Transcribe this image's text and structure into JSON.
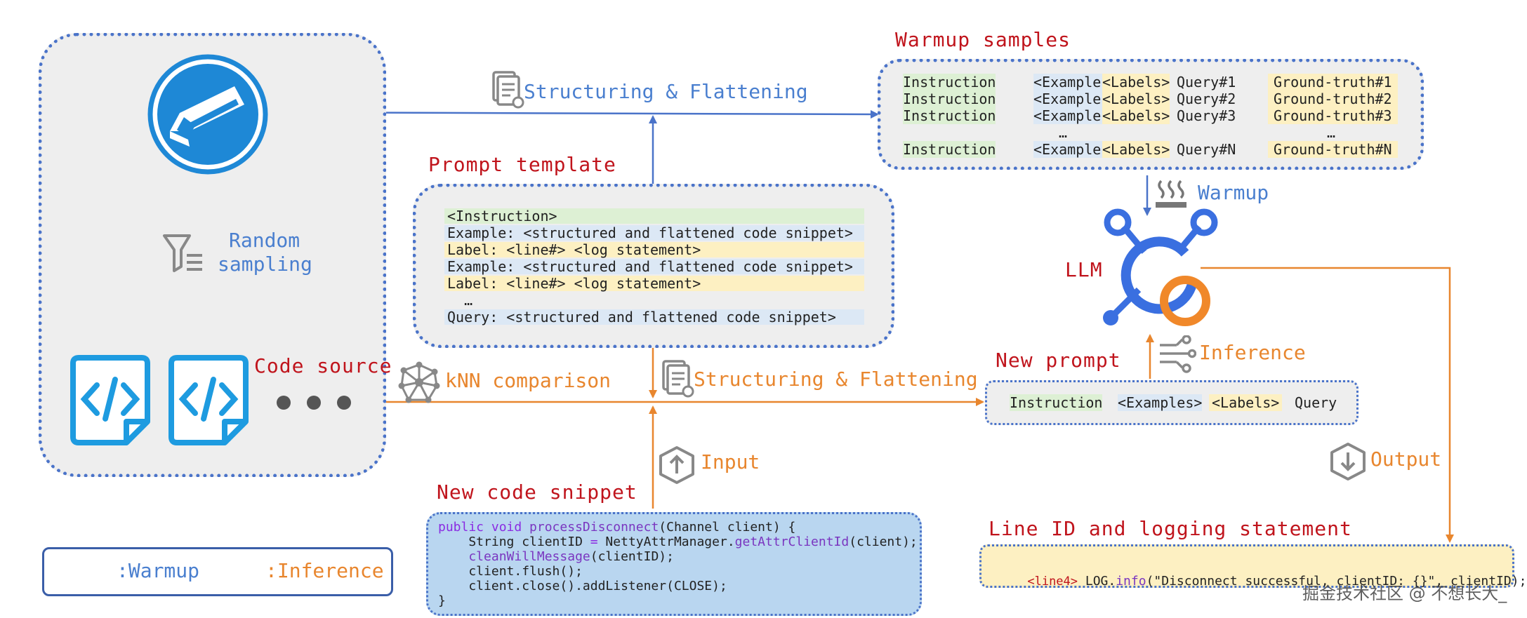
{
  "labels": {
    "warmup_samples": "Warmup samples",
    "prompt_template": "Prompt template",
    "code_source": "Code source",
    "new_code_snippet": "New code snippet",
    "new_prompt": "New prompt",
    "llm": "LLM",
    "line_id_stmt": "Line ID and logging statement",
    "structuring_top": "Structuring & Flattening",
    "structuring_bottom": "Structuring & Flattening",
    "random_sampling_1": "Random",
    "random_sampling_2": "sampling",
    "knn": "kNN comparison",
    "warmup": "Warmup",
    "inference": "Inference",
    "input": "Input",
    "output": "Output",
    "legend_warmup": ":Warmup",
    "legend_inference": ":Inference",
    "watermark": "掘金技术社区 @ 不想长大_"
  },
  "prompt_template_rows": [
    "<Instruction>",
    "Example: <structured and flattened code snippet>",
    "Label: <line#> <log statement>",
    "Example: <structured and flattened code snippet>",
    "Label: <line#> <log statement>",
    "  …",
    "Query: <structured and flattened code snippet>"
  ],
  "warmup_rows": [
    {
      "instruction": "Instruction",
      "examples": "<Examples>",
      "labels": "<Labels>",
      "query": "Query#1",
      "gt": "Ground-truth#1"
    },
    {
      "instruction": "Instruction",
      "examples": "<Examples>",
      "labels": "<Labels>",
      "query": "Query#2",
      "gt": "Ground-truth#2"
    },
    {
      "instruction": "Instruction",
      "examples": "<Examples>",
      "labels": "<Labels>",
      "query": "Query#3",
      "gt": "Ground-truth#3"
    },
    {
      "instruction": "Instruction",
      "examples": "<Examples>",
      "labels": "<Labels>",
      "query": "Query#N",
      "gt": "Ground-truth#N"
    }
  ],
  "warmup_ellipsis": "…",
  "new_prompt_row": {
    "instruction": "Instruction",
    "examples": "<Examples>",
    "labels": "<Labels>",
    "query": "Query"
  },
  "code_snippet": {
    "l1_kw": "public void ",
    "l1_fn": "processDisconnect",
    "l1_rest": "(Channel client) {",
    "l2_a": "    String clientID ",
    "l2_eq": "=",
    "l2_b": " NettyAttrManager.",
    "l2_fn": "getAttrClientId",
    "l2_c": "(client);",
    "l3_fn": "    cleanWillMessage",
    "l3_rest": "(clientID);",
    "l4": "    client.flush();",
    "l5": "    client.close().addListener(CLOSE);",
    "l6": "}"
  },
  "output_stmt": {
    "line": "<line4>",
    "a": " LOG.",
    "fn": "info",
    "b": "(\"Disconnect successful, clientID: {}\", clientID);"
  },
  "colors": {
    "warmup_arrow": "#4a73c9",
    "inference_arrow": "#e8862e",
    "title_red": "#c0141c",
    "code_icon": "#1e9be0"
  }
}
